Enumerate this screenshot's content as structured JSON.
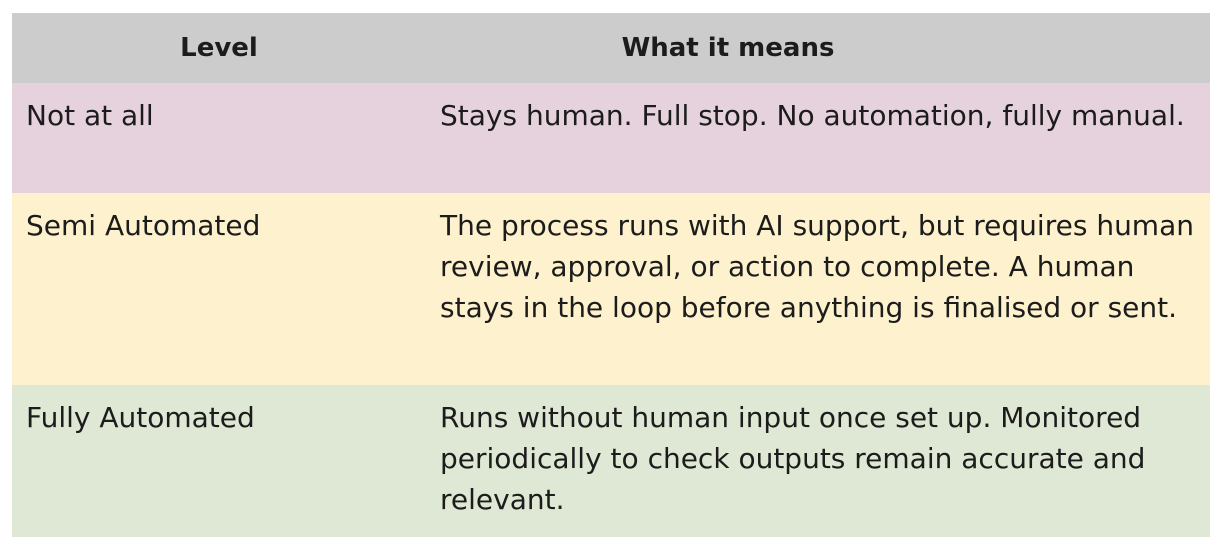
{
  "table": {
    "headers": {
      "level": "Level",
      "meaning": "What it means"
    },
    "rows": [
      {
        "level": "Not at all",
        "meaning": "Stays human. Full stop. No automation, fully manual.",
        "row_color": "#e6d2dd"
      },
      {
        "level": "Semi Automated",
        "meaning": "The process runs with AI support, but requires human review, approval, or action to complete. A human stays in the loop before anything is finalised or sent.",
        "row_color": "#fdf2cd"
      },
      {
        "level": "Fully Automated",
        "meaning": "Runs without human input once set up. Monitored periodically to check outputs remain accurate and relevant.",
        "row_color": "#dee8d4"
      }
    ],
    "header_color": "#cccccc"
  }
}
